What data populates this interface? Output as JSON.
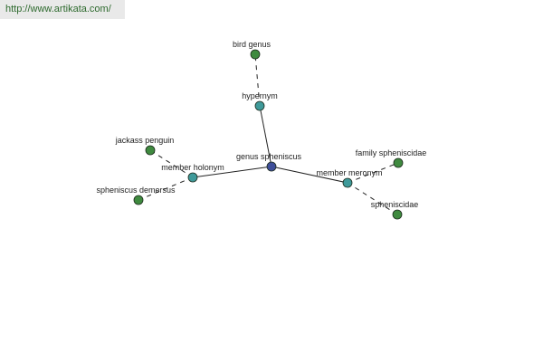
{
  "banner": {
    "url": "http://www.artikata.com/"
  },
  "colors": {
    "root_node": "#3f4f9a",
    "relation_node": "#3f9a9a",
    "leaf_node": "#3f8a3f",
    "edge": "#222222",
    "banner_bg": "#e9e9e9",
    "banner_text": "#2e6a2e"
  },
  "graph": {
    "nodes": [
      {
        "id": "genus-spheniscus",
        "label": "genus spheniscus",
        "kind": "root"
      },
      {
        "id": "hypernym",
        "label": "hypernym",
        "kind": "relation"
      },
      {
        "id": "bird-genus",
        "label": "bird genus",
        "kind": "leaf"
      },
      {
        "id": "member-holonym",
        "label": "member holonym",
        "kind": "relation"
      },
      {
        "id": "jackass-penguin",
        "label": "jackass penguin",
        "kind": "leaf"
      },
      {
        "id": "spheniscus-demersus",
        "label": "spheniscus demersus",
        "kind": "leaf"
      },
      {
        "id": "member-meronym",
        "label": "member meronym",
        "kind": "relation"
      },
      {
        "id": "family-spheniscidae",
        "label": "family spheniscidae",
        "kind": "leaf"
      },
      {
        "id": "spheniscidae",
        "label": "spheniscidae",
        "kind": "leaf"
      }
    ],
    "edges": [
      {
        "from": "genus-spheniscus",
        "to": "hypernym",
        "style": "solid"
      },
      {
        "from": "genus-spheniscus",
        "to": "member-holonym",
        "style": "solid"
      },
      {
        "from": "genus-spheniscus",
        "to": "member-meronym",
        "style": "solid"
      },
      {
        "from": "hypernym",
        "to": "bird-genus",
        "style": "dashed"
      },
      {
        "from": "member-holonym",
        "to": "jackass-penguin",
        "style": "dashed"
      },
      {
        "from": "member-holonym",
        "to": "spheniscus-demersus",
        "style": "dashed"
      },
      {
        "from": "member-meronym",
        "to": "family-spheniscidae",
        "style": "dashed"
      },
      {
        "from": "member-meronym",
        "to": "spheniscidae",
        "style": "dashed"
      }
    ]
  }
}
